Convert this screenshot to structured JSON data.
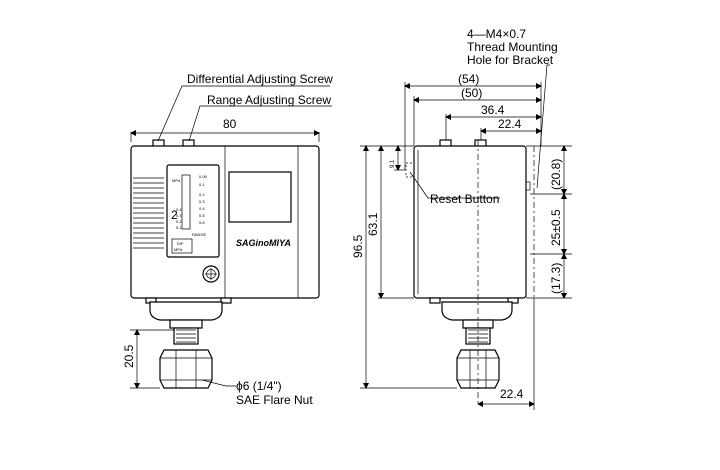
{
  "labels": {
    "differential_screw": "Differential Adjusting Screw",
    "range_screw": "Range Adjusting Screw",
    "thread_hole_line1": "4—M4×0.7",
    "thread_hole_line2": "Thread Mounting",
    "thread_hole_line3": "Hole for Bracket",
    "reset_button": "Reset Button",
    "flare_nut_line1": "ϕ6 (1/4\")",
    "flare_nut_line2": "SAE Flare Nut"
  },
  "dimensions": {
    "width_80": "80",
    "height_20_5": "20.5",
    "dim_54": "(54)",
    "dim_50": "(50)",
    "dim_36_4": "36.4",
    "dim_22_4_top": "22.4",
    "dim_9_1": "9.1",
    "dim_63_1": "63.1",
    "dim_96_5": "96.5",
    "dim_20_8": "(20.8)",
    "dim_25": "25±0.5",
    "dim_17_3": "(17.3)",
    "dim_22_4_bottom": "22.4"
  },
  "scale": {
    "unit": "MPa",
    "ticks_right": [
      "0.06",
      "0.1",
      "0.2",
      "0.3",
      "0.4",
      "0.5",
      "0.6"
    ],
    "ticks_left": [
      "0.4",
      "0.3",
      "0.2",
      "0.1"
    ],
    "range_label": "RANGE",
    "diff_label_1": "DIF",
    "diff_label_2": "MPa",
    "numeral": "2"
  },
  "brand": {
    "logo_text": "SAGinoMIYA"
  }
}
